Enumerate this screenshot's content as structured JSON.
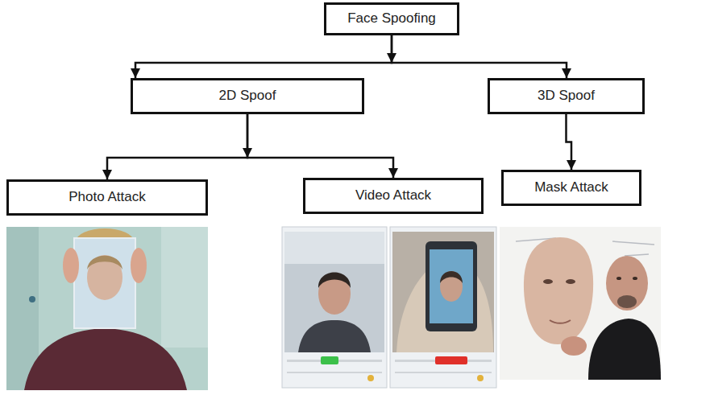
{
  "diagram": {
    "nodes": [
      {
        "text": [
          "Face Spoofing"
        ]
      },
      {
        "text": [
          "2D Spoof"
        ]
      },
      {
        "text": [
          "3D Spoof"
        ]
      },
      {
        "text": [
          "Photo Attack"
        ]
      },
      {
        "text": [
          "Video Attack"
        ]
      },
      {
        "text": [
          "Mask Attack"
        ]
      }
    ],
    "edges": [
      {
        "from": 0,
        "to": 1,
        "arrow": "to"
      },
      {
        "from": 0,
        "to": 2,
        "arrow": "to"
      },
      {
        "from": 1,
        "to": 3,
        "arrow": "to"
      },
      {
        "from": 1,
        "to": 4,
        "arrow": "to"
      },
      {
        "from": 2,
        "to": 5,
        "arrow": "to"
      }
    ]
  }
}
